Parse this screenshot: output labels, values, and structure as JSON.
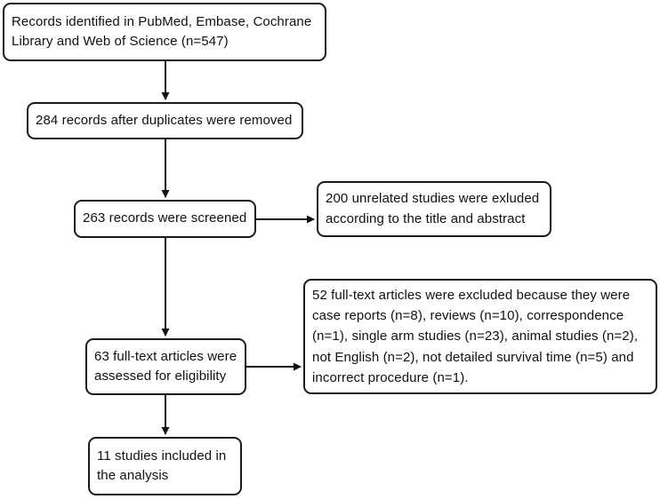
{
  "diagram": {
    "type": "flowchart",
    "colors": {
      "border": "#1a1a1a",
      "background": "#ffffff",
      "text": "#111111",
      "arrow": "#111111"
    },
    "boxes": {
      "identified": {
        "text": "Records identified in PubMed, Embase, Cochrane Library and Web of Science (n=547)"
      },
      "duplicates_removed": {
        "text": "284 records after duplicates were removed"
      },
      "screened": {
        "text": "263 records were screened"
      },
      "excluded_screening": {
        "text": "200 unrelated studies were exluded according to the title and abstract"
      },
      "fulltext_assessed": {
        "text": "63 full-text articles were assessed for eligibility"
      },
      "fulltext_excluded": {
        "text": "52 full-text articles were excluded because they were case reports (n=8), reviews (n=10), correspondence (n=1), single arm studies (n=23), animal studies (n=2), not English (n=2), not detailed survival time (n=5) and incorrect procedure (n=1)."
      },
      "included": {
        "text": "11 studies included in the analysis"
      }
    }
  }
}
